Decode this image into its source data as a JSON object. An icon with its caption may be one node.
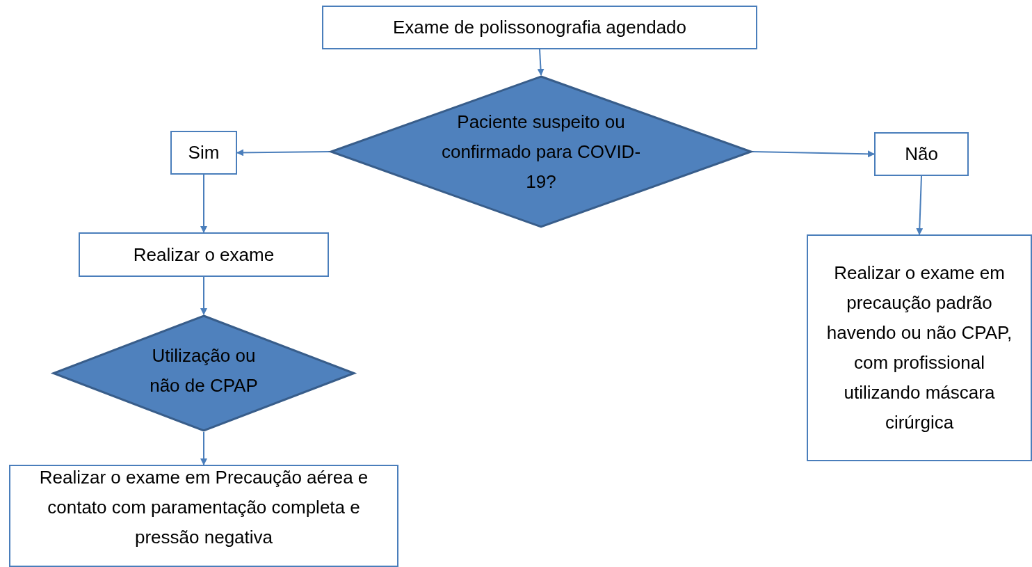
{
  "diagram": {
    "nodes": [
      {
        "text": [
          "Exame de polissonografia agendado"
        ]
      },
      {
        "text": [
          "Paciente suspeito ou confirmado para COVID-19?"
        ]
      },
      {
        "text": [
          "Sim"
        ]
      },
      {
        "text": [
          "Não"
        ]
      },
      {
        "text": [
          "Realizar o exame"
        ]
      },
      {
        "text": [
          "Utilização ou não de CPAP"
        ]
      },
      {
        "text": [
          "Realizar o exame em Precaução aérea e contato com paramentação completa e pressão negativa"
        ]
      },
      {
        "text": [
          "Realizar o exame em precaução padrão havendo ou não CPAP, com profissional utilizando máscara cirúrgica"
        ]
      }
    ],
    "edges": [
      {
        "from": 0,
        "to": 1,
        "arrow": "to"
      },
      {
        "from": 1,
        "to": 2,
        "arrow": "to"
      },
      {
        "from": 1,
        "to": 3,
        "arrow": "to"
      },
      {
        "from": 2,
        "to": 4,
        "arrow": "to"
      },
      {
        "from": 3,
        "to": 7,
        "arrow": "to"
      },
      {
        "from": 4,
        "to": 5,
        "arrow": "to"
      },
      {
        "from": 5,
        "to": 6,
        "arrow": "to"
      }
    ]
  }
}
